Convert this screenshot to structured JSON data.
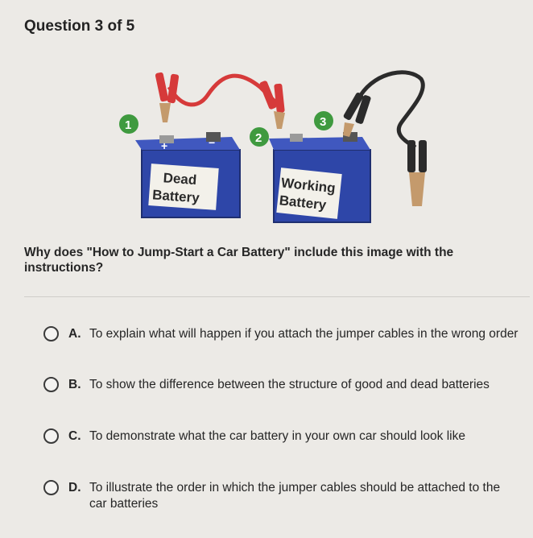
{
  "header": {
    "question_counter": "Question 3 of 5"
  },
  "figure": {
    "dead_battery": [
      "Dead",
      "Battery"
    ],
    "working_battery": [
      "Working",
      "Battery"
    ],
    "steps": [
      "1",
      "2",
      "3"
    ],
    "plus_sign": "+",
    "minus_sign": "−",
    "colors": {
      "red_cable": "#d63a3a",
      "black_cable": "#2b2b2b",
      "battery_blue": "#2e46a8",
      "label_bg": "#f3f1ea"
    }
  },
  "question": {
    "prompt": "Why does \"How to Jump-Start a Car Battery\" include this image with the instructions?"
  },
  "choices": [
    {
      "letter": "A.",
      "text": "To explain what will happen if you attach the jumper cables in the wrong order"
    },
    {
      "letter": "B.",
      "text": "To show the difference between the structure of good and dead batteries"
    },
    {
      "letter": "C.",
      "text": "To demonstrate what the car battery in your own car should look like"
    },
    {
      "letter": "D.",
      "text": "To illustrate the order in which the jumper cables should be attached to the car batteries"
    }
  ]
}
